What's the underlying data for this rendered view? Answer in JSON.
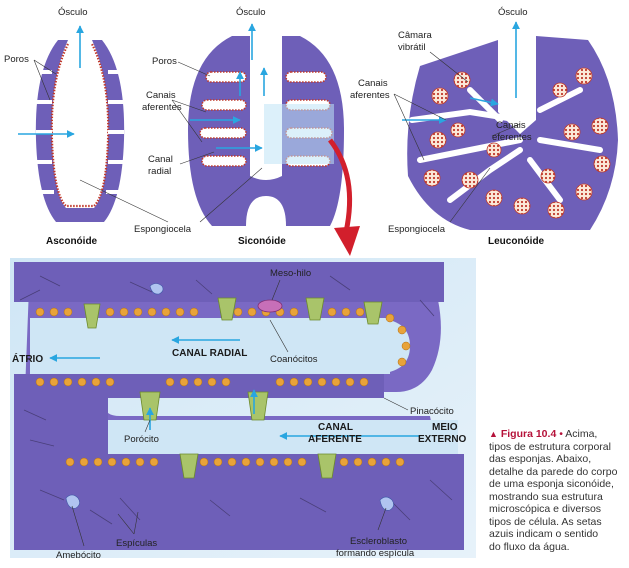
{
  "top_labels": {
    "osculo_a": "Ósculo",
    "osculo_s": "Ósculo",
    "osculo_l": "Ósculo",
    "poros_a": "Poros",
    "poros_s": "Poros",
    "canais_aferentes_s_1": "Canais",
    "canais_aferentes_s_2": "aferentes",
    "canal_radial_1": "Canal",
    "canal_radial_2": "radial",
    "espongiocela_as": "Espongiocela",
    "camara_vibratil_1": "Câmara",
    "camara_vibratil_2": "vibrátil",
    "canais_aferentes_l_1": "Canais",
    "canais_aferentes_l_2": "aferentes",
    "canais_eferentes_1": "Canais",
    "canais_eferentes_2": "eferentes",
    "espongiocela_l": "Espongiocela"
  },
  "type_names": {
    "asconoide": "Asconóide",
    "siconoide": "Siconóide",
    "leuconoide": "Leuconóide"
  },
  "detail_labels": {
    "meso_hilo": "Meso-hilo",
    "coanocitos": "Coanócitos",
    "canal_radial": "CANAL RADIAL",
    "atrio": "ÁTRIO",
    "pinacocito": "Pinacócito",
    "canal_aferente_1": "CANAL",
    "canal_aferente_2": "AFERENTE",
    "meio_externo_1": "MEIO",
    "meio_externo_2": "EXTERNO",
    "porocito": "Porócito",
    "amebocito": "Amebócito",
    "espiculas": "Espículas",
    "escleroblasto_1": "Escleroblasto",
    "escleroblasto_2": "formando espícula"
  },
  "caption": {
    "title": "Figura 10.4",
    "body_1": "Acima,",
    "body_2": "tipos de estrutura corporal",
    "body_3": "das esponjas. Abaixo,",
    "body_4": "detalhe da parede do corpo",
    "body_5": "de uma esponja siconóide,",
    "body_6": "mostrando sua estrutura",
    "body_7": "microscópica e diversos",
    "body_8": "tipos de célula. As setas",
    "body_9": "azuis indicam o sentido",
    "body_10": "do fluxo da água."
  },
  "colors": {
    "tissue_purple": "#6e5fb8",
    "tissue_light": "#a89be0",
    "collar_orange": "#e8a33a",
    "cell_red": "#c0392b",
    "flow_blue": "#29a6e0",
    "pore_green": "#a9c46a",
    "pointer_red": "#d21f2c",
    "caption_red": "#b5123a"
  }
}
